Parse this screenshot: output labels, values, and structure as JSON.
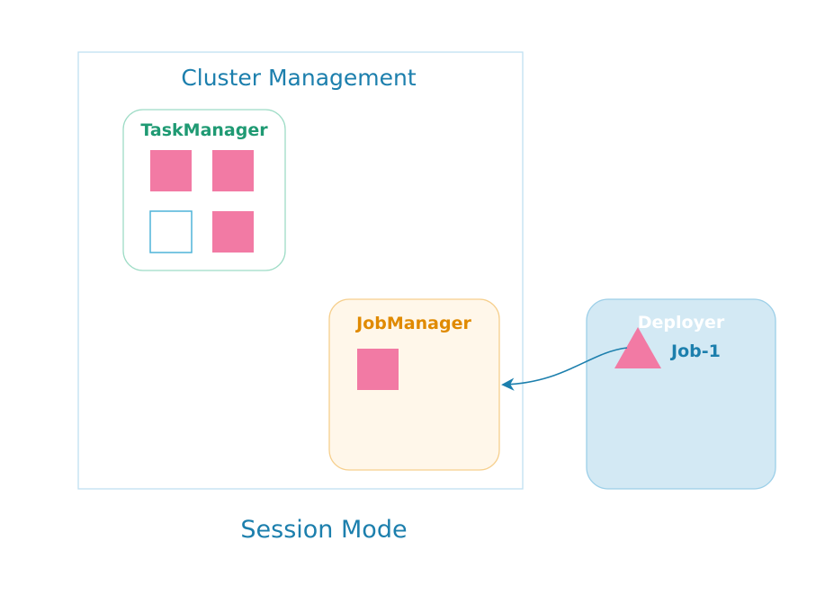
{
  "diagram": {
    "cluster": {
      "title": "Cluster Management",
      "border_color": "#bfe0f2",
      "title_color": "#1c7fad"
    },
    "task_manager": {
      "title": "TaskManager",
      "border_color": "#9edcc6",
      "title_color": "#1f9a73",
      "slots": [
        {
          "state": "filled"
        },
        {
          "state": "filled"
        },
        {
          "state": "empty"
        },
        {
          "state": "filled"
        }
      ]
    },
    "job_manager": {
      "title": "JobManager",
      "fill_color": "#fff7ea",
      "border_color": "#f6cf8d",
      "title_color": "#e08a00"
    },
    "deployer": {
      "title": "Deployer",
      "job_label": "Job-1",
      "fill_color": "#d3e9f4",
      "border_color": "#9ccfe8",
      "title_color": "#ffffff",
      "job_color": "#1c7fad"
    },
    "caption": "Session Mode",
    "caption_color": "#1c7fad",
    "pink": "#f27aa4",
    "empty_slot_border": "#4fb4d8",
    "arrow_color": "#1c7fad"
  }
}
